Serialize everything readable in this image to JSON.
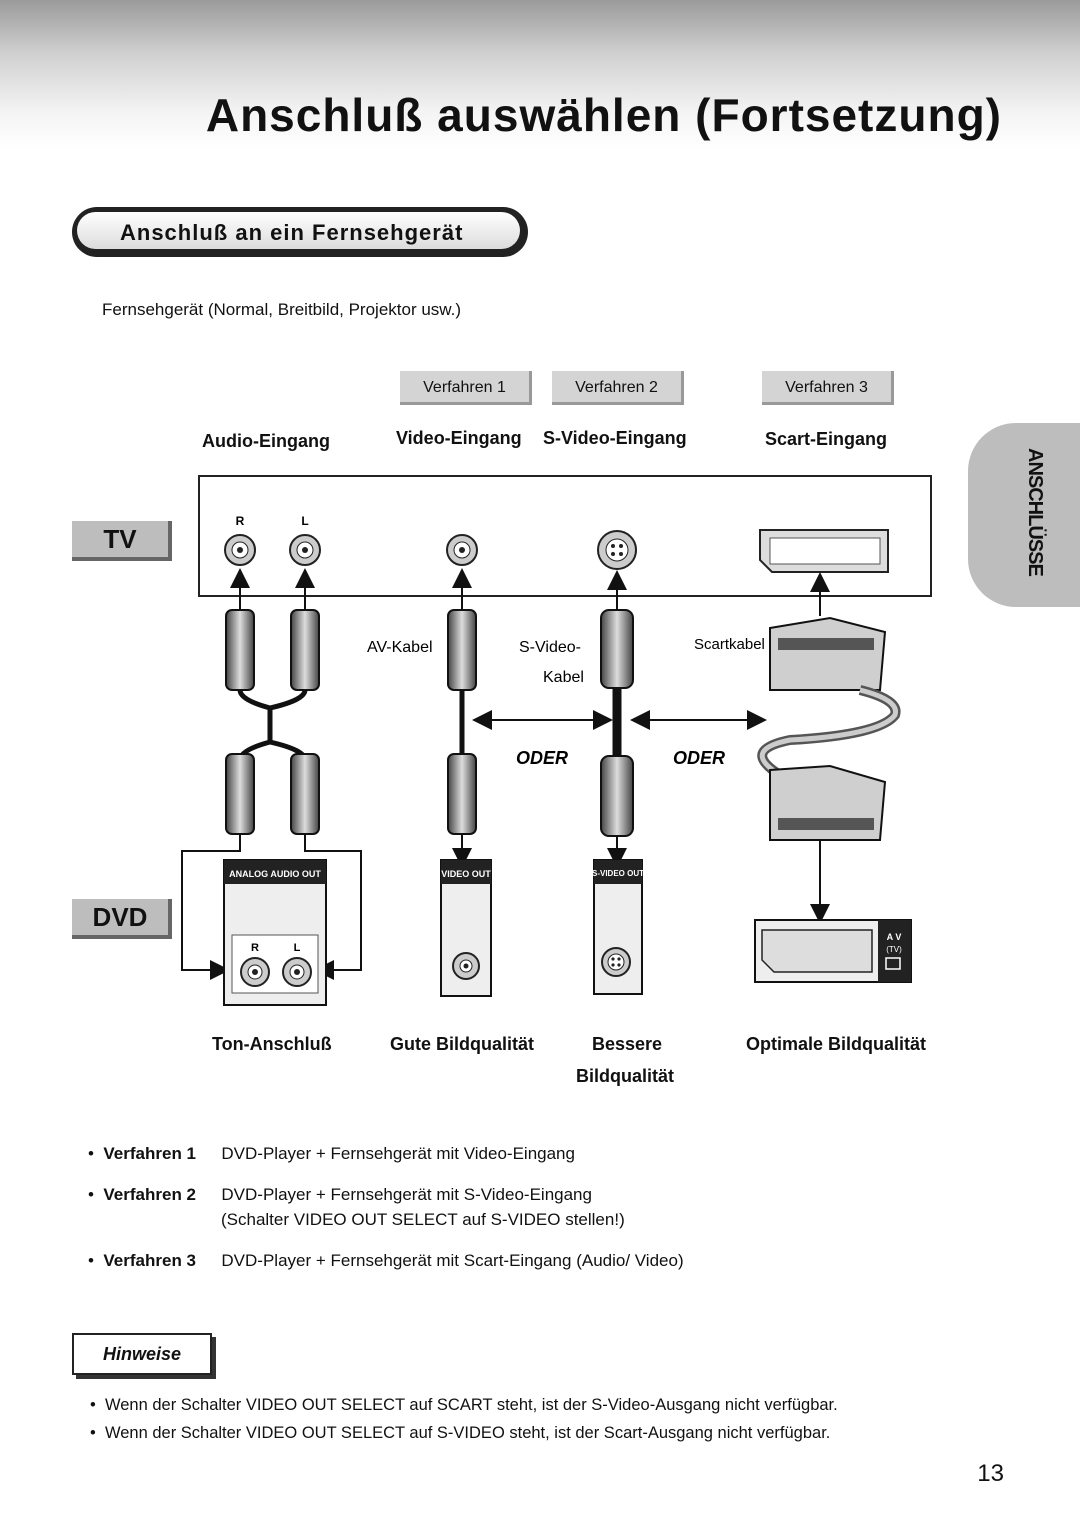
{
  "page": {
    "title": "Anschluß auswählen (Fortsetzung)",
    "section_title": "Anschluß an ein Fernsehgerät",
    "subtitle": "Fernsehgerät (Normal, Breitbild, Projektor usw.)",
    "side_tab": "ANSCHLÜSSE",
    "page_number": "13"
  },
  "diagram": {
    "methods": [
      "Verfahren 1",
      "Verfahren 2",
      "Verfahren 3"
    ],
    "inputs": {
      "audio": "Audio-Eingang",
      "video": "Video-Eingang",
      "svideo": "S-Video-Eingang",
      "scart": "Scart-Eingang"
    },
    "tv_label": "TV",
    "dvd_label": "DVD",
    "jack_r": "R",
    "jack_l": "L",
    "cables": {
      "av": "AV-Kabel",
      "svideo_line1": "S-Video-",
      "svideo_line2": "Kabel",
      "scart": "Scartkabel"
    },
    "oder": "ODER",
    "dvd_outputs": {
      "analog": "ANALOG AUDIO OUT",
      "video": "VIDEO OUT",
      "svideo": "S-VIDEO OUT",
      "av": "A V",
      "av_tv": "(TV)"
    },
    "quality": {
      "audio": "Ton-Anschluß",
      "good": "Gute Bildqualität",
      "better_line1": "Bessere",
      "better_line2": "Bildqualität",
      "best": "Optimale Bildqualität"
    }
  },
  "methods_list": [
    {
      "label": "Verfahren 1",
      "text": "DVD-Player + Fernsehgerät mit Video-Eingang"
    },
    {
      "label": "Verfahren 2",
      "text": "DVD-Player + Fernsehgerät mit S-Video-Eingang",
      "sub": "(Schalter VIDEO OUT SELECT auf S-VIDEO stellen!)"
    },
    {
      "label": "Verfahren 3",
      "text": "DVD-Player + Fernsehgerät mit Scart-Eingang (Audio/ Video)"
    }
  ],
  "notes": {
    "heading": "Hinweise",
    "items": [
      "Wenn der Schalter VIDEO OUT SELECT auf SCART steht, ist der S-Video-Ausgang nicht verfügbar.",
      "Wenn der Schalter VIDEO OUT SELECT auf S-VIDEO steht, ist der Scart-Ausgang nicht verfügbar."
    ]
  }
}
